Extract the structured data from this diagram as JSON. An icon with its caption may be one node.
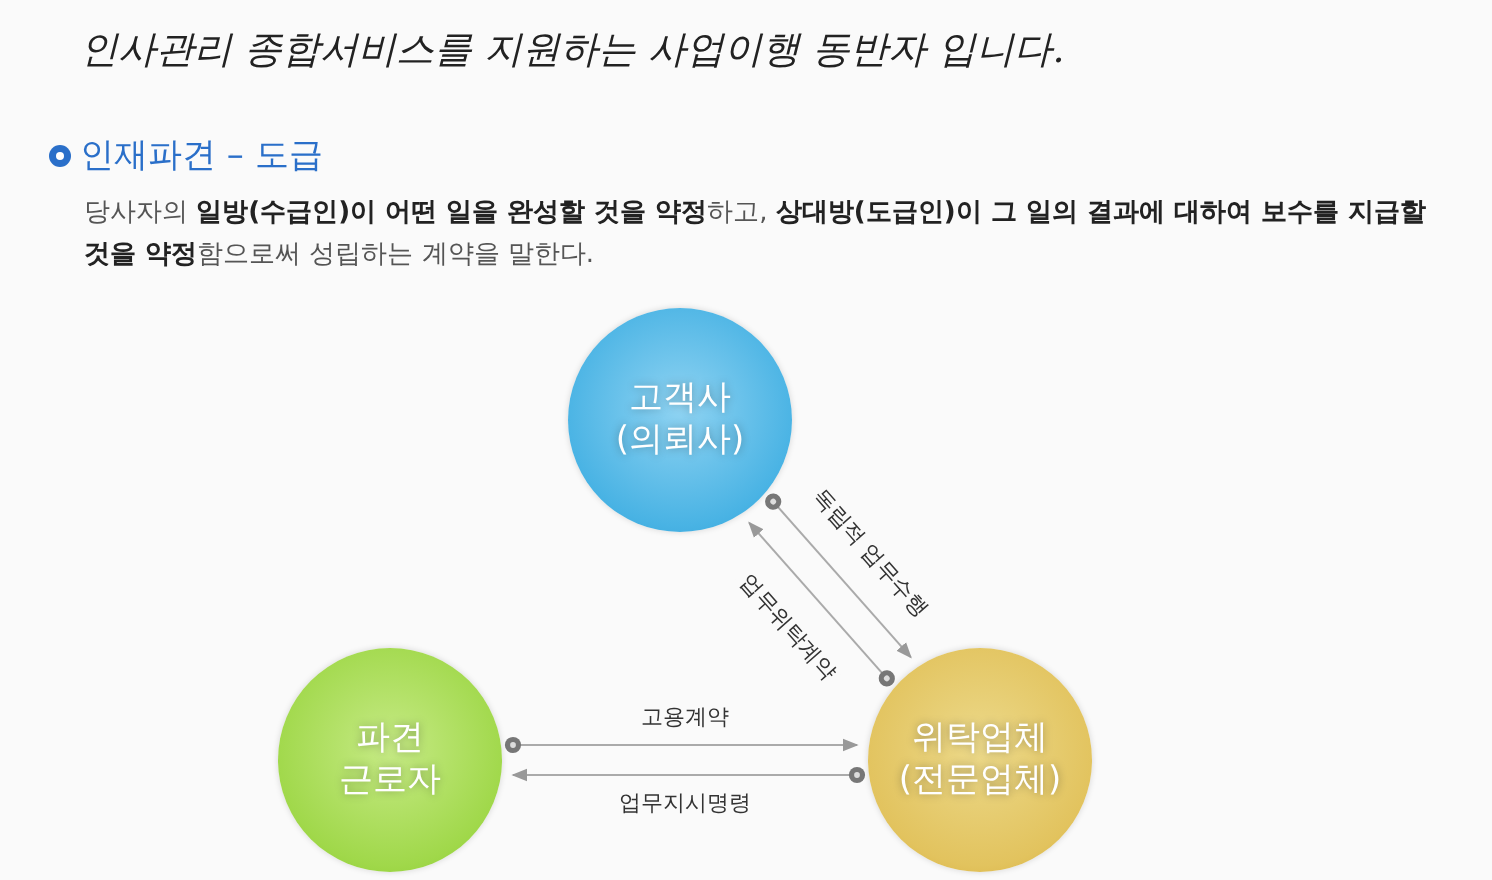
{
  "diagram": {
    "title": "인사관리 종합서비스를 지원하는 사업이행 동반자 입니다.",
    "nodes": [
      {
        "text": [
          "고객사 (의뢰사)"
        ]
      },
      {
        "text": [
          "파견 근로자"
        ]
      },
      {
        "text": [
          "위탁업체 (전문업체)"
        ]
      }
    ],
    "edges": [
      {
        "from": 0,
        "to": 2,
        "arrow": "to",
        "label": "독립적 업무수행"
      },
      {
        "from": 2,
        "to": 0,
        "arrow": "to",
        "label": "업무위탁계약"
      },
      {
        "from": 1,
        "to": 2,
        "arrow": "to",
        "label": "고용계약"
      },
      {
        "from": 2,
        "to": 1,
        "arrow": "to",
        "label": "업무지시명령"
      }
    ],
    "labels": [
      "인재파견 – 도급",
      "당사자의 **일방(수급인)이 어떤 일을 완성할 것을 약정**하고, **상대방(도급인)이 그 일의 결과에 대하여 보수를 지급할 것을 약정**함으로써 성립하는 계약을 말한다."
    ]
  }
}
